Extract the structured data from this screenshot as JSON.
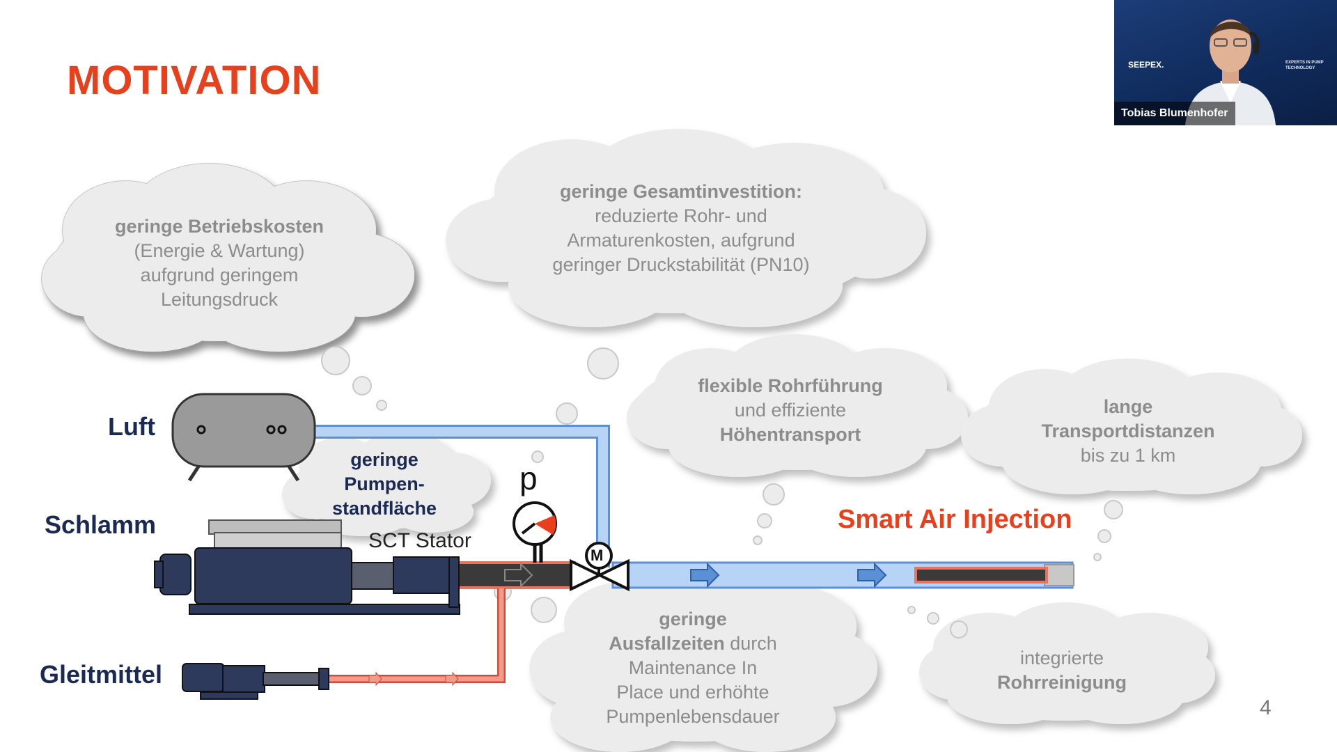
{
  "slide": {
    "title": "MOTIVATION",
    "page_number": "4",
    "labels": {
      "luft": "Luft",
      "schlamm": "Schlamm",
      "gleitmittel": "Gleitmittel",
      "sct_stator": "SCT Stator",
      "pressure": "p",
      "motor": "M",
      "smart_air": "Smart Air Injection"
    },
    "clouds": {
      "betriebskosten": {
        "line1": "geringe Betriebskosten",
        "line2": "(Energie & Wartung)",
        "line3": "aufgrund geringem",
        "line4": "Leitungsdruck"
      },
      "investition": {
        "line1": "geringe Gesamtinvestition:",
        "line2": "reduzierte Rohr- und",
        "line3": "Armaturenkosten, aufgrund",
        "line4": "geringer Druckstabilität (PN10)"
      },
      "rohrfuehrung": {
        "line1": "flexible Rohrführung",
        "line2": "und effiziente",
        "line3": "Höhentransport"
      },
      "transport": {
        "line1": "lange",
        "line2": "Transportdistanzen",
        "line3": "bis zu 1 km"
      },
      "pumpen": {
        "line1": "geringe",
        "line2": "Pumpen-",
        "line3": "standfläche"
      },
      "ausfall": {
        "line1": "geringe",
        "line2a": "Ausfallzeiten",
        "line2b": " durch",
        "line3": "Maintenance In",
        "line4": "Place und erhöhte",
        "line5": "Pumpenlebensdauer"
      },
      "reinigung": {
        "line1": "integrierte",
        "line2": "Rohrreinigung"
      }
    },
    "colors": {
      "accent": "#e8401c",
      "dark_blue": "#1a2a52",
      "air_pipe": "#a9c8ef",
      "lube_pipe": "#f08a78"
    }
  },
  "video": {
    "participant_name": "Tobias Blumenhofer",
    "brand": "SEEPEX.",
    "brand_tagline": "EXPERTS IN PUMP TECHNOLOGY"
  }
}
